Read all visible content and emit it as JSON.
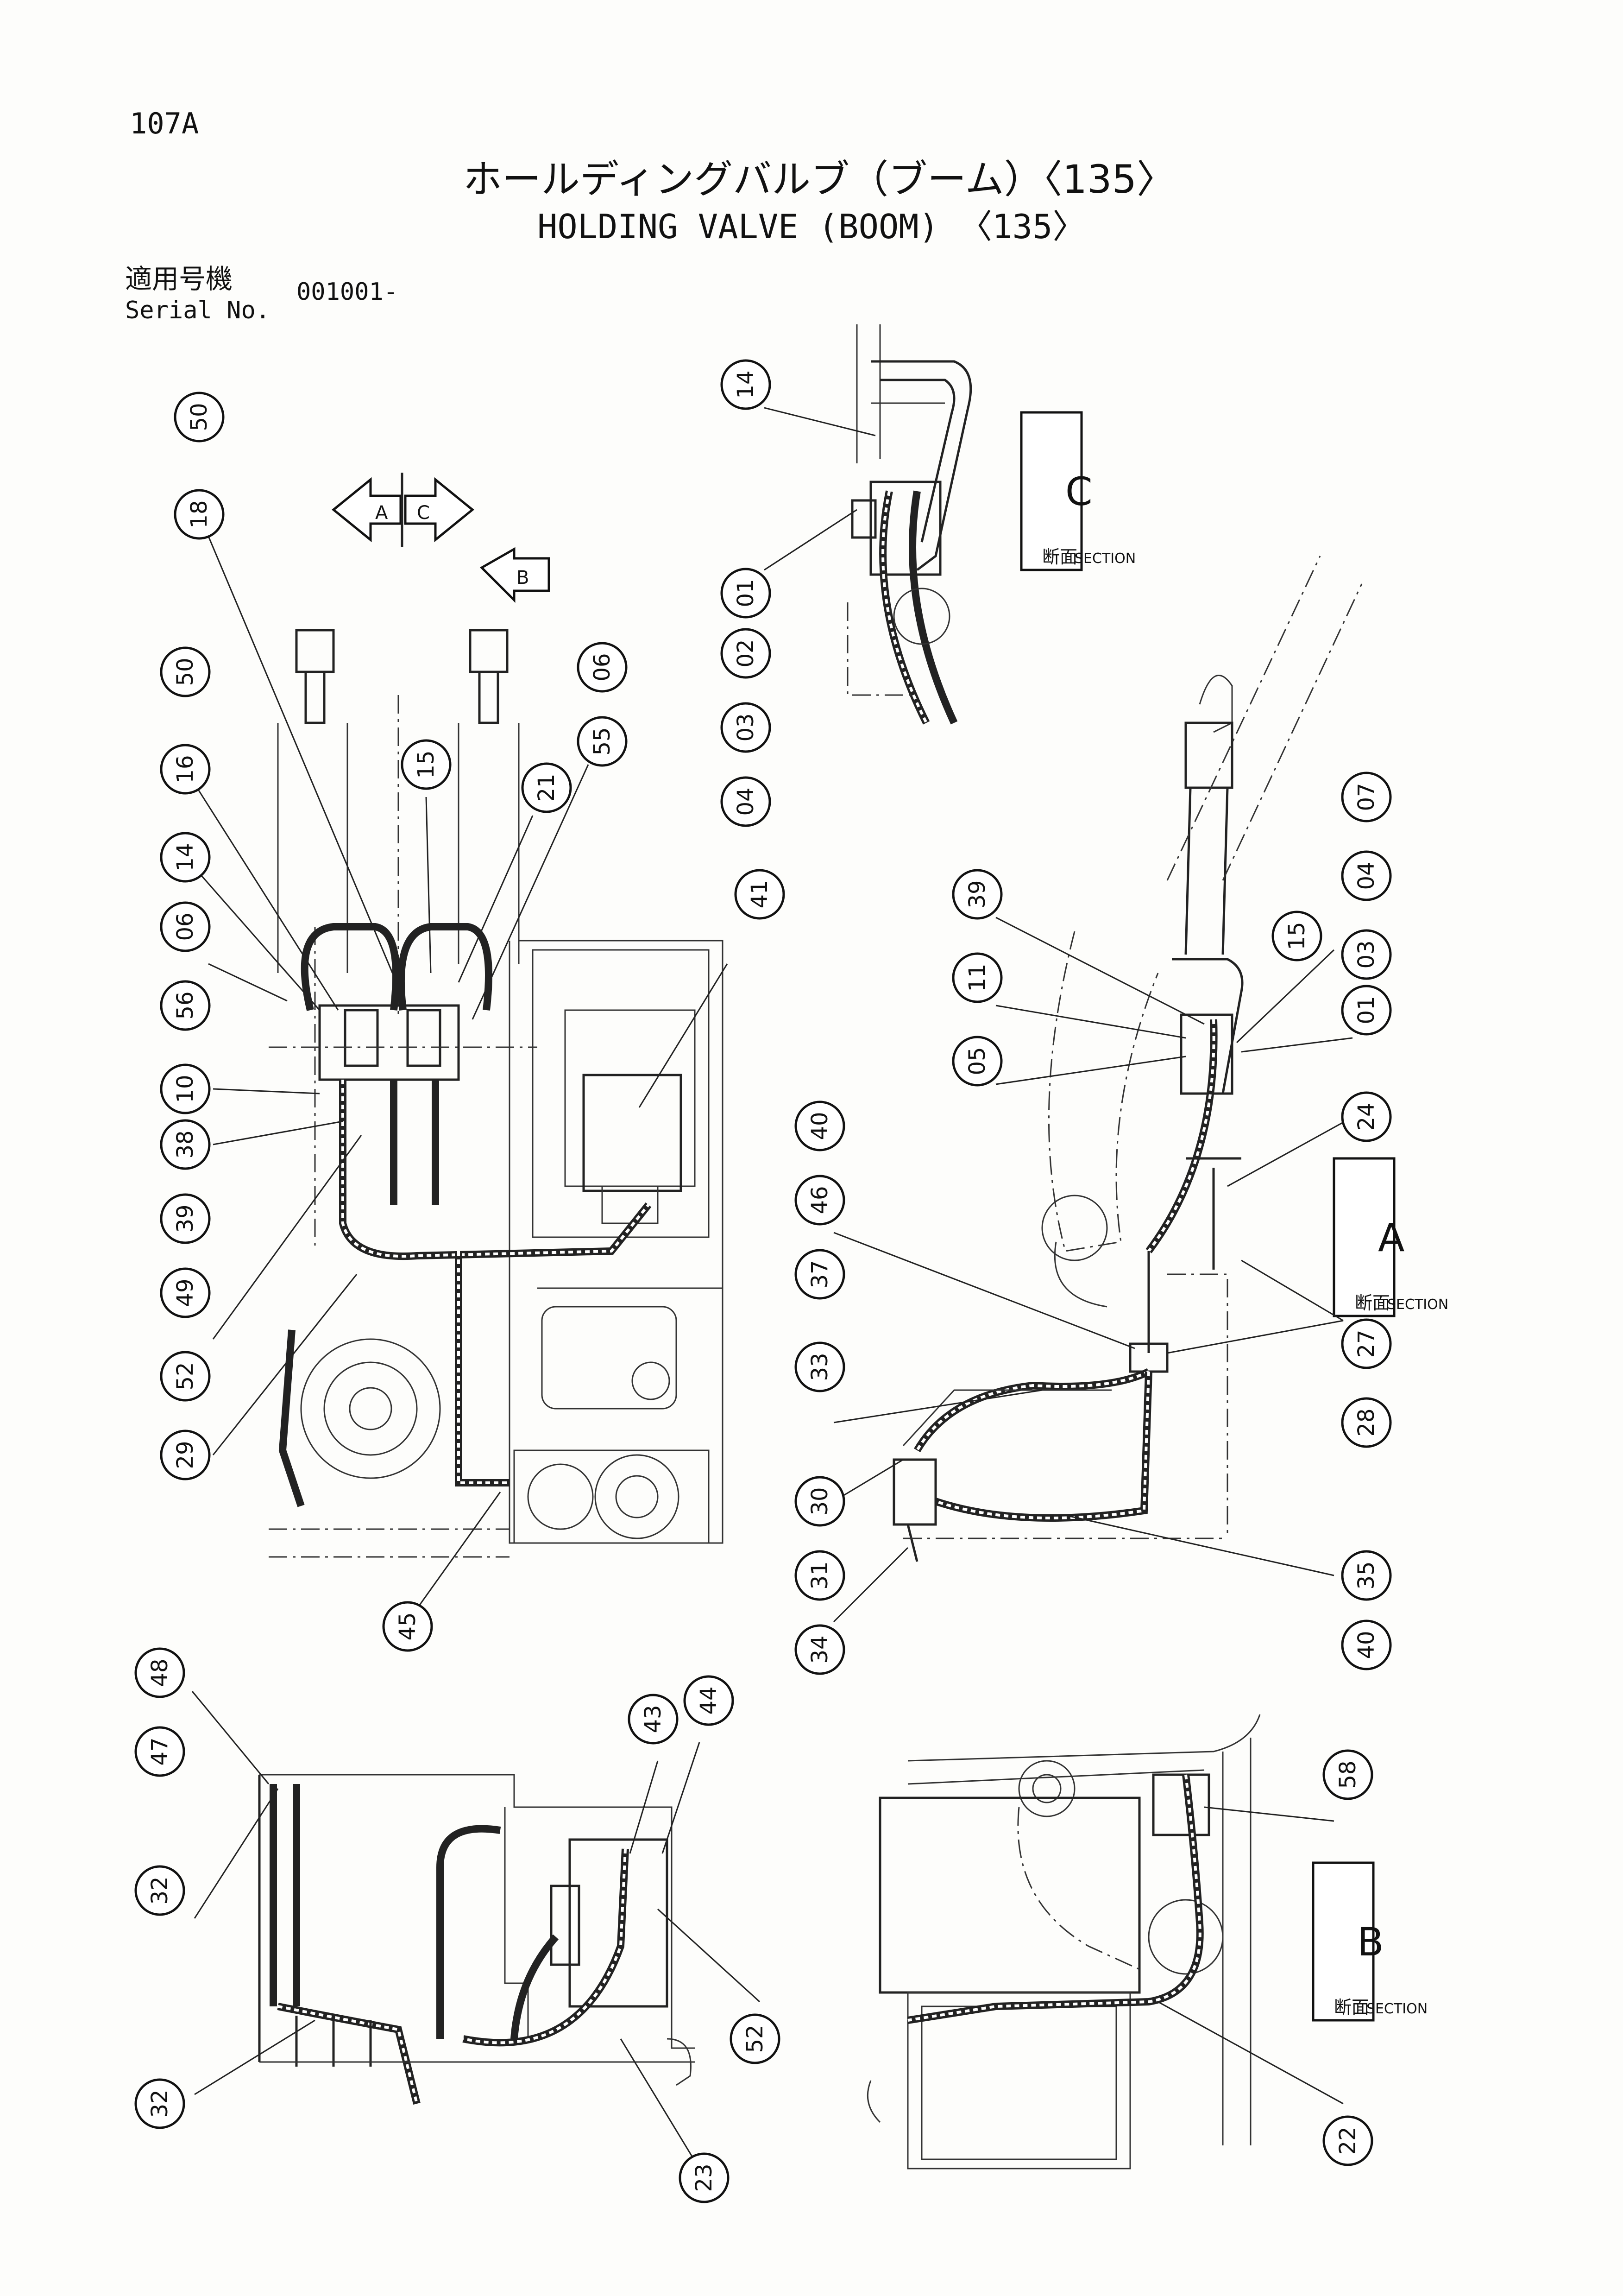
{
  "header": {
    "page_number": "107A",
    "title_jp": "ホールディングバルブ（ブーム）〈135〉",
    "title_en": "HOLDING VALVE (BOOM) 〈135〉",
    "serial_label_jp": "適用号機",
    "serial_label_en": "Serial No.",
    "serial_value": "001001-"
  },
  "section_labels": {
    "jp": "断面",
    "en": "SECTION",
    "A": "A",
    "B": "B",
    "C": "C"
  },
  "direction_arrows": {
    "left": "A",
    "right": "C",
    "down": "B"
  },
  "callouts": {
    "main_view": [
      "50",
      "18",
      "50",
      "16",
      "14",
      "06",
      "56",
      "10",
      "38",
      "39",
      "49",
      "52",
      "29",
      "15",
      "21",
      "55",
      "06",
      "41",
      "45"
    ],
    "section_c": [
      "14",
      "01",
      "02",
      "03",
      "04"
    ],
    "section_a": [
      "07",
      "04",
      "03",
      "01",
      "15",
      "39",
      "11",
      "05",
      "24",
      "27",
      "28",
      "46",
      "40",
      "37",
      "33",
      "30",
      "31",
      "34",
      "35",
      "40"
    ],
    "lower_left": [
      "48",
      "47",
      "32",
      "32",
      "43",
      "44",
      "52",
      "23"
    ],
    "section_b": [
      "58",
      "22"
    ]
  }
}
